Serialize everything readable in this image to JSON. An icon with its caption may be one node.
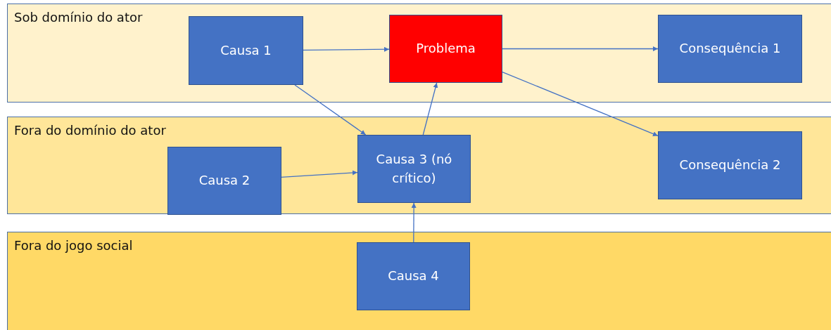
{
  "diagram": {
    "nodes": [
      {
        "text": [
          "Sob domínio do ator"
        ]
      },
      {
        "text": [
          "Causa 1"
        ],
        "in": 0
      },
      {
        "text": [
          "Problema"
        ],
        "in": 0
      },
      {
        "text": [
          "Consequência 1"
        ],
        "in": 0
      },
      {
        "text": [
          "Fora do domínio do ator"
        ]
      },
      {
        "text": [
          "Causa 2"
        ],
        "in": 4
      },
      {
        "text": [
          "Causa 3 (nó crítico)"
        ],
        "in": 4
      },
      {
        "text": [
          "Consequência 2"
        ],
        "in": 4
      },
      {
        "text": [
          "Fora do jogo social"
        ]
      },
      {
        "text": [
          "Causa 4"
        ],
        "in": 8
      }
    ],
    "edges": [
      {
        "from": 1,
        "to": 2,
        "arrow": "to"
      },
      {
        "from": 2,
        "to": 3,
        "arrow": "to"
      },
      {
        "from": 1,
        "to": 6,
        "arrow": "to"
      },
      {
        "from": 6,
        "to": 2,
        "arrow": "to"
      },
      {
        "from": 2,
        "to": 7,
        "arrow": "to"
      },
      {
        "from": 5,
        "to": 6,
        "arrow": "to"
      },
      {
        "from": 9,
        "to": 6,
        "arrow": "to"
      }
    ]
  }
}
